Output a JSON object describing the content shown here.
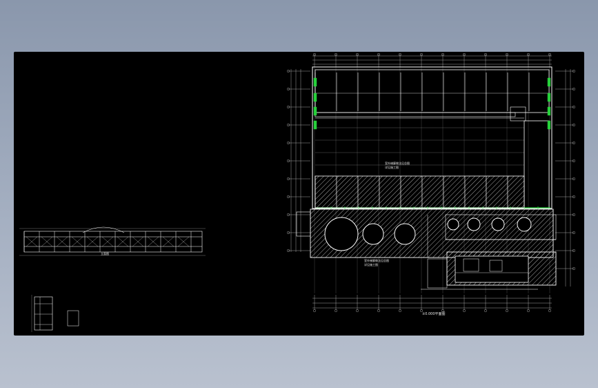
{
  "drawing": {
    "plan_title": "±0.000平面图",
    "note_zone_1": "室外梯廊做法见总图",
    "note_zone_1_sub": "详见施工图",
    "note_zone_2": "室外梯廊做法见总图",
    "note_zone_2_sub": "详见施工图",
    "elevation_label": "立面图"
  },
  "colors": {
    "background": "#000000",
    "lines": "#ffffff",
    "grid": "#c8c8c8",
    "accent_green": "#27d13b",
    "desktop": "#9aa6ba"
  }
}
